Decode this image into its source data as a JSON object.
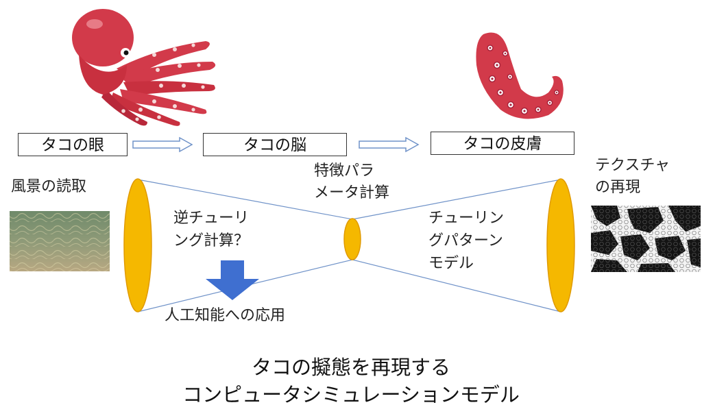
{
  "stages": {
    "eye": "タコの眼",
    "brain": "タコの脳",
    "skin": "タコの皮膚"
  },
  "labels": {
    "scene_reading": "風景の読取",
    "feature_line1": "特徴パラ",
    "feature_line2": "メータ計算",
    "texture_line1": "テクスチャ",
    "texture_line2": "の再現",
    "inverse_line1": "逆チューリ",
    "inverse_line2": "ング計算？",
    "turing_line1": "チューリン",
    "turing_line2": "グパターン",
    "turing_line3": "モデル",
    "ai_application": "人工知能への応用"
  },
  "title": {
    "line1": "タコの擬態を再現する",
    "line2": "コンピュータシミュレーションモデル"
  },
  "colors": {
    "octopus": "#d23a4a",
    "octopus_dark": "#a8223a",
    "ellipse_fill": "#f5b800",
    "ellipse_stroke": "#e09a00",
    "cone_line": "#6f92c8",
    "arrow_blue": "#3f6fd0",
    "label_red": "#e8302a",
    "label_blue": "#3a56c4"
  }
}
